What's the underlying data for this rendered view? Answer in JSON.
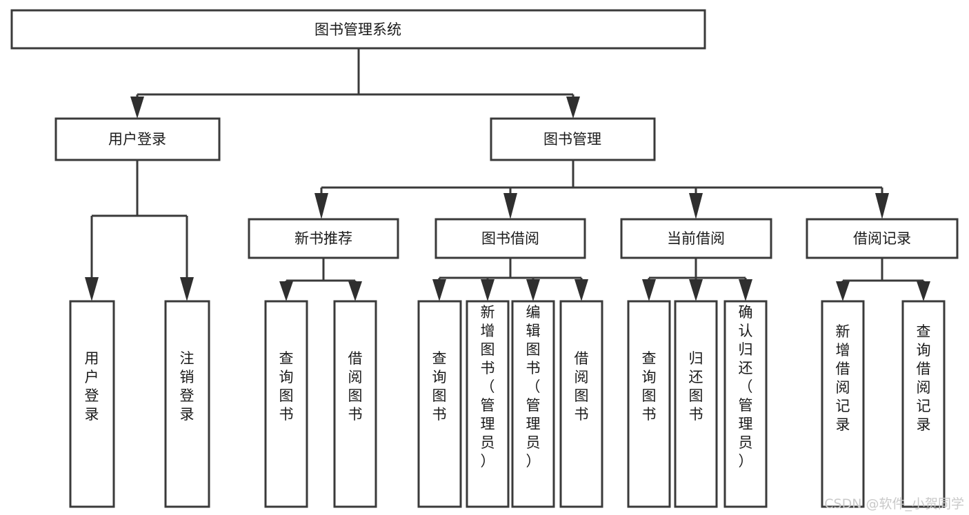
{
  "diagram": {
    "title": "图书管理系统",
    "type": "hierarchy-tree",
    "colors": {
      "box_stroke": "#3a3a3a",
      "box_fill": "#ffffff",
      "line": "#3a3a3a",
      "arrow": "#2f2f2f",
      "text": "#1a1a1a",
      "watermark": "#c9c9c9",
      "background": "#ffffff"
    },
    "levels": {
      "level0": {
        "label": "level-0-root",
        "nodes": [
          {
            "id": "root",
            "text": "图书管理系统",
            "orientation": "horizontal"
          }
        ]
      },
      "level1": {
        "label": "level-1-modules",
        "nodes": [
          {
            "id": "n-user-login",
            "text": "用户登录",
            "orientation": "horizontal"
          },
          {
            "id": "n-book-manage",
            "text": "图书管理",
            "orientation": "horizontal"
          }
        ]
      },
      "level2": {
        "label": "level-2-submodules",
        "nodes": [
          {
            "id": "n-new-book-rec",
            "text": "新书推荐",
            "orientation": "horizontal"
          },
          {
            "id": "n-book-borrow",
            "text": "图书借阅",
            "orientation": "horizontal"
          },
          {
            "id": "n-current-borrow",
            "text": "当前借阅",
            "orientation": "horizontal"
          },
          {
            "id": "n-borrow-record",
            "text": "借阅记录",
            "orientation": "horizontal"
          }
        ]
      },
      "level3": {
        "label": "level-3-leaf-actions",
        "nodes": [
          {
            "id": "leaf-user-login",
            "text": "用户登录",
            "orientation": "vertical",
            "parent": "n-user-login"
          },
          {
            "id": "leaf-logout",
            "text": "注销登录",
            "orientation": "vertical",
            "parent": "n-user-login"
          },
          {
            "id": "leaf-query-book-1",
            "text": "查询图书",
            "orientation": "vertical",
            "parent": "n-new-book-rec"
          },
          {
            "id": "leaf-borrow-book-1",
            "text": "借阅图书",
            "orientation": "vertical",
            "parent": "n-new-book-rec"
          },
          {
            "id": "leaf-query-book-2",
            "text": "查询图书",
            "orientation": "vertical",
            "parent": "n-book-borrow"
          },
          {
            "id": "leaf-add-book",
            "text": "新增图书（管理员）",
            "orientation": "vertical",
            "parent": "n-book-borrow"
          },
          {
            "id": "leaf-edit-book",
            "text": "编辑图书（管理员）",
            "orientation": "vertical",
            "parent": "n-book-borrow"
          },
          {
            "id": "leaf-borrow-book-2",
            "text": "借阅图书",
            "orientation": "vertical",
            "parent": "n-book-borrow"
          },
          {
            "id": "leaf-query-book-3",
            "text": "查询图书",
            "orientation": "vertical",
            "parent": "n-current-borrow"
          },
          {
            "id": "leaf-return-book",
            "text": "归还图书",
            "orientation": "vertical",
            "parent": "n-current-borrow"
          },
          {
            "id": "leaf-confirm-return",
            "text": "确认归还（管理员）",
            "orientation": "vertical",
            "parent": "n-current-borrow"
          },
          {
            "id": "leaf-add-record",
            "text": "新增借阅记录",
            "orientation": "vertical",
            "parent": "n-borrow-record"
          },
          {
            "id": "leaf-query-record",
            "text": "查询借阅记录",
            "orientation": "vertical",
            "parent": "n-borrow-record"
          }
        ]
      }
    },
    "watermark": "CSDN @软件_小贺同学"
  }
}
